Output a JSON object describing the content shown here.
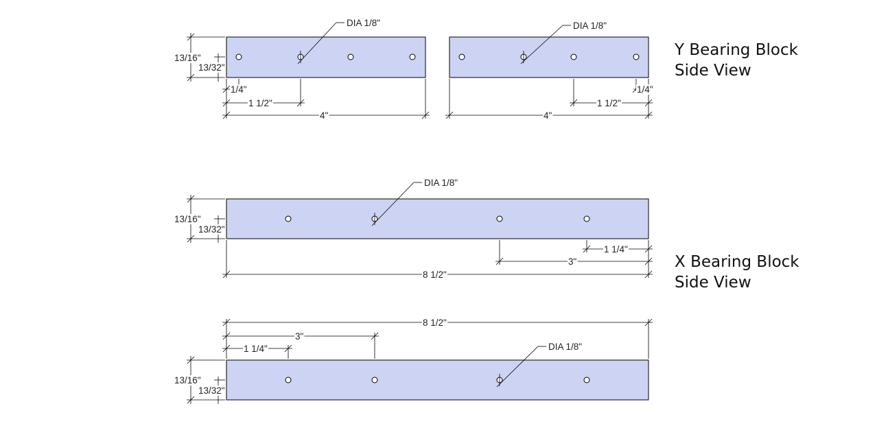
{
  "titles": {
    "y_line1": "Y Bearing Block",
    "y_line2": "Side View",
    "x_line1": "X Bearing Block",
    "x_line2": "Side View"
  },
  "labels": {
    "hole_dia": "DIA 1/8\"",
    "height": "13/16\"",
    "half_height": "13/32\"",
    "quarter": "1/4\"",
    "one_and_half": "1 1/2\"",
    "four": "4\"",
    "one_and_quarter": "1 1/4\"",
    "three": "3\"",
    "eight_and_half": "8 1/2\""
  },
  "colors": {
    "block_fill": "#ccd3f3",
    "line": "#000000"
  }
}
